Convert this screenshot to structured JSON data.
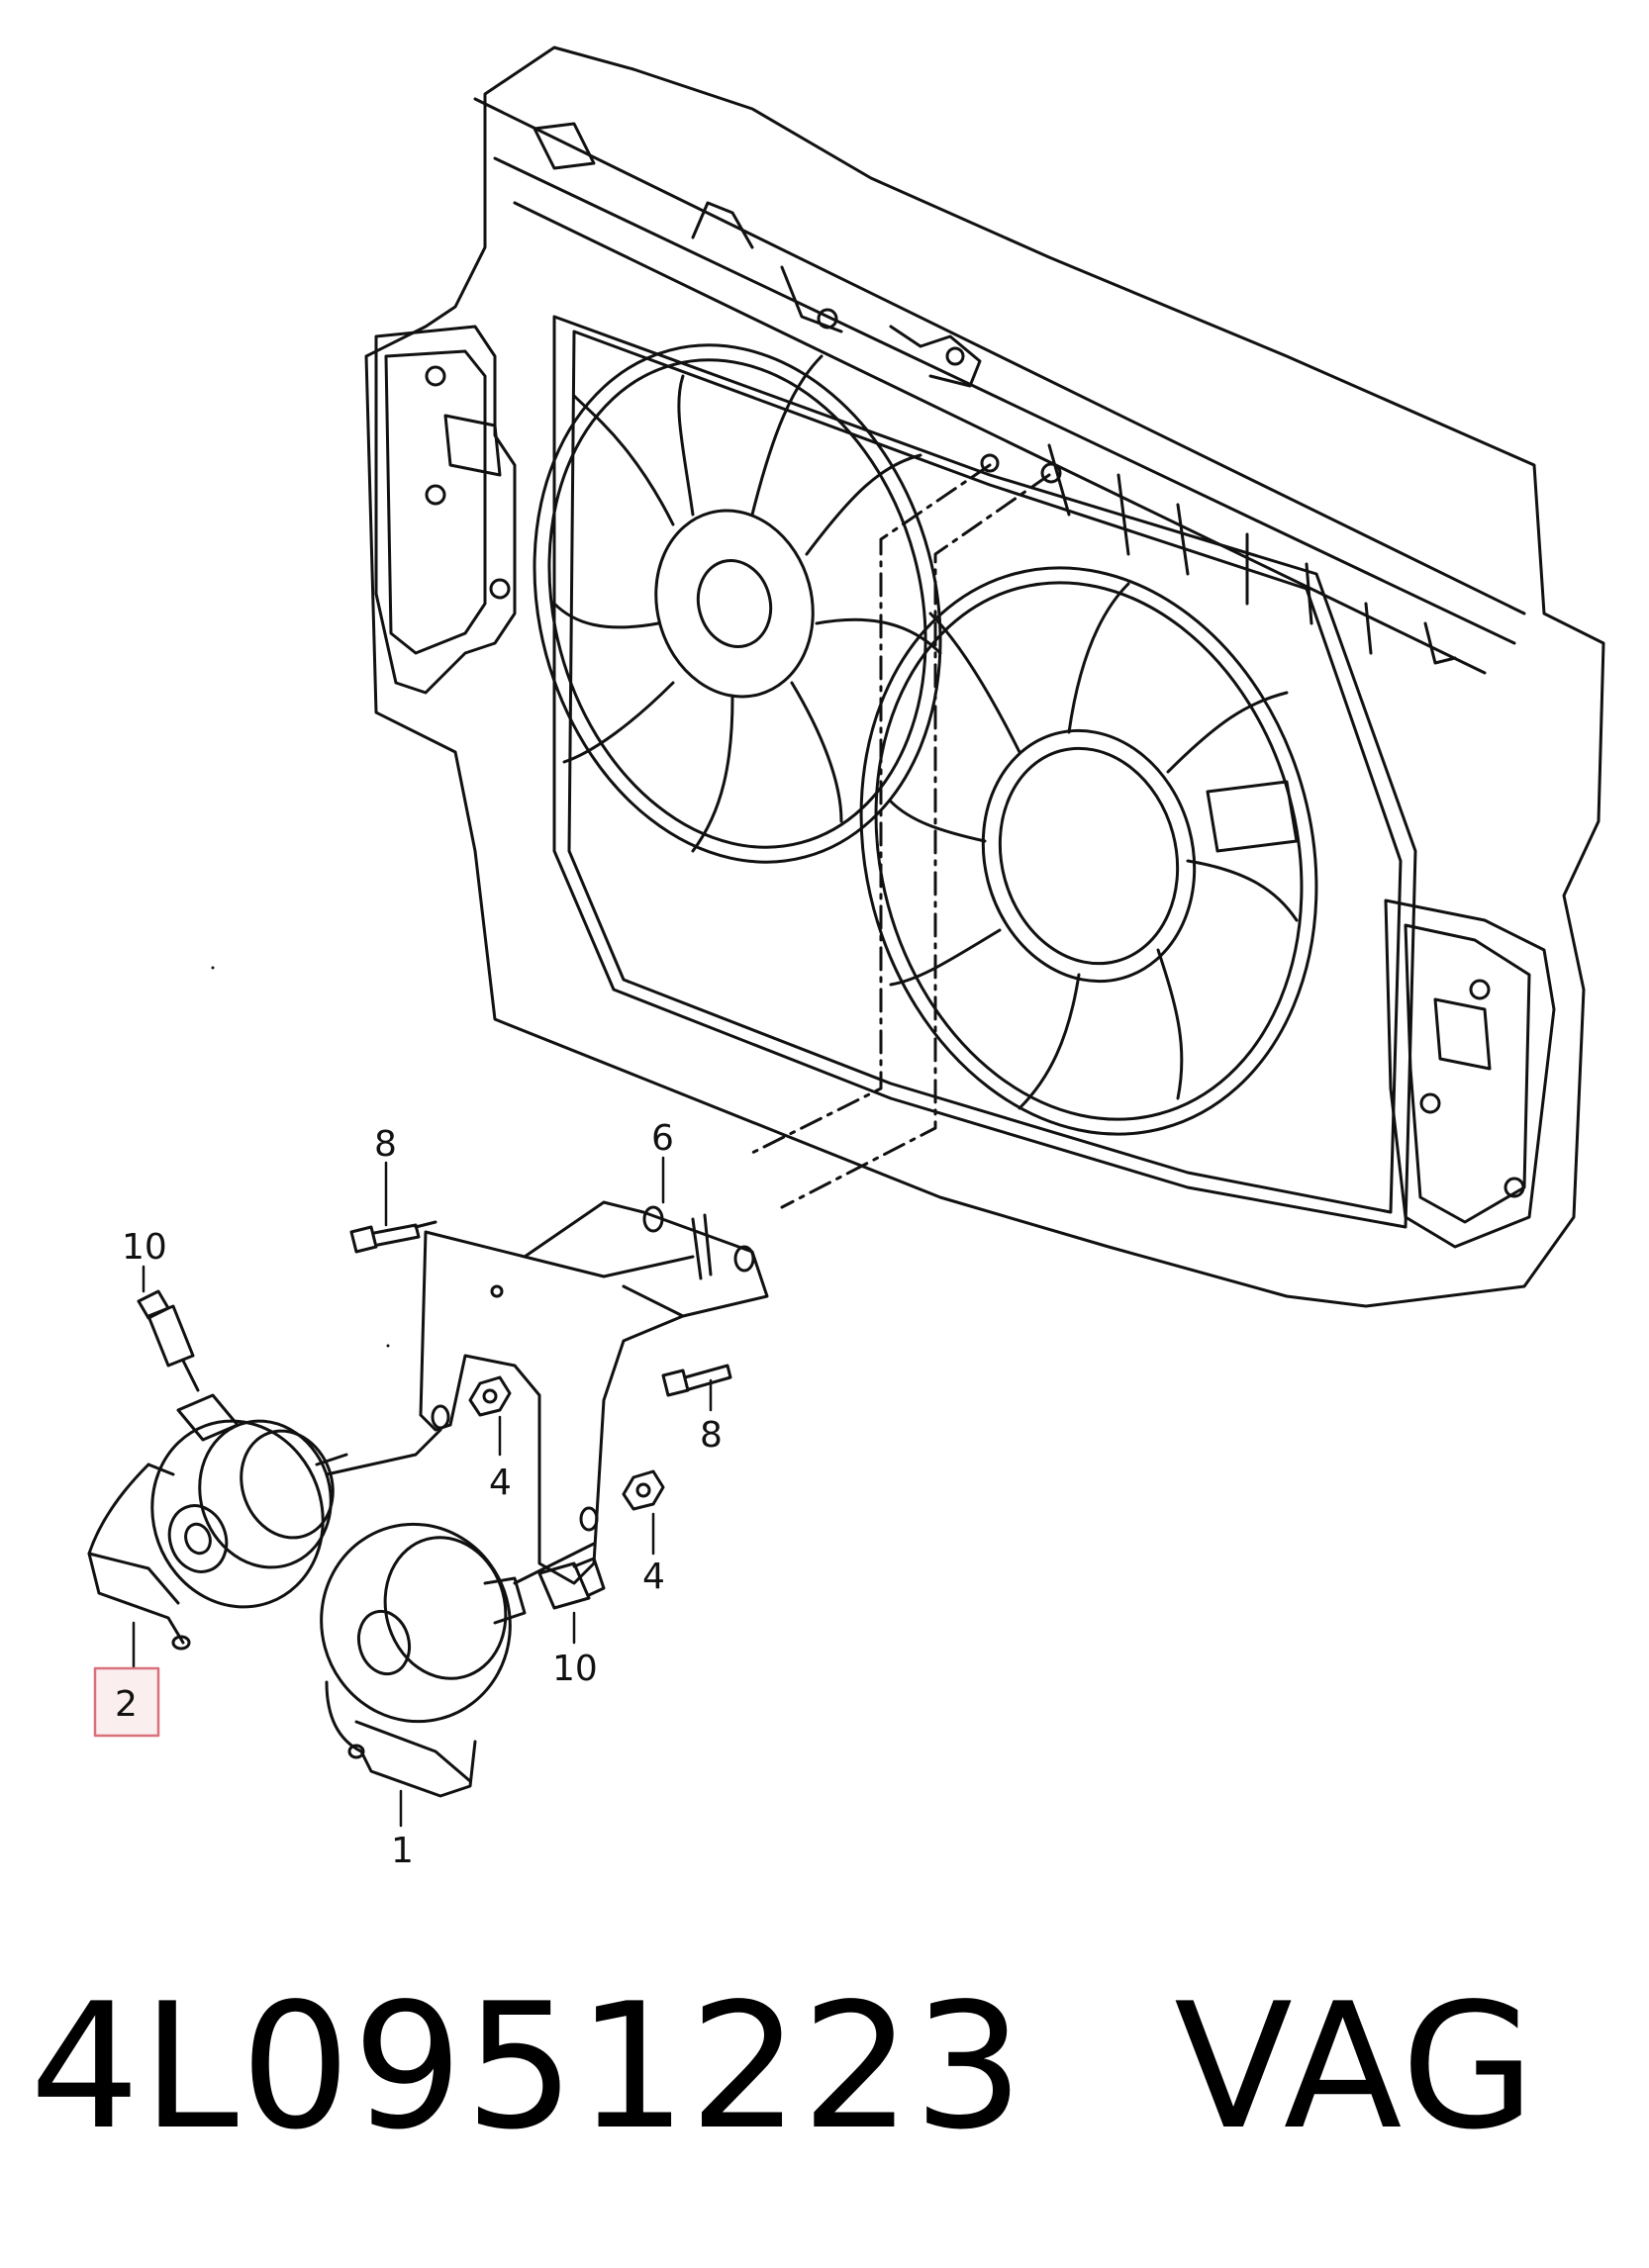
{
  "callouts": {
    "c1": "1",
    "c2": "2",
    "c4a": "4",
    "c4b": "4",
    "c6": "6",
    "c8a": "8",
    "c8b": "8",
    "c10a": "10",
    "c10b": "10"
  },
  "highlight_color": "#d9707a",
  "caption": {
    "part_number": "4L0951223",
    "brand": "VAG"
  }
}
